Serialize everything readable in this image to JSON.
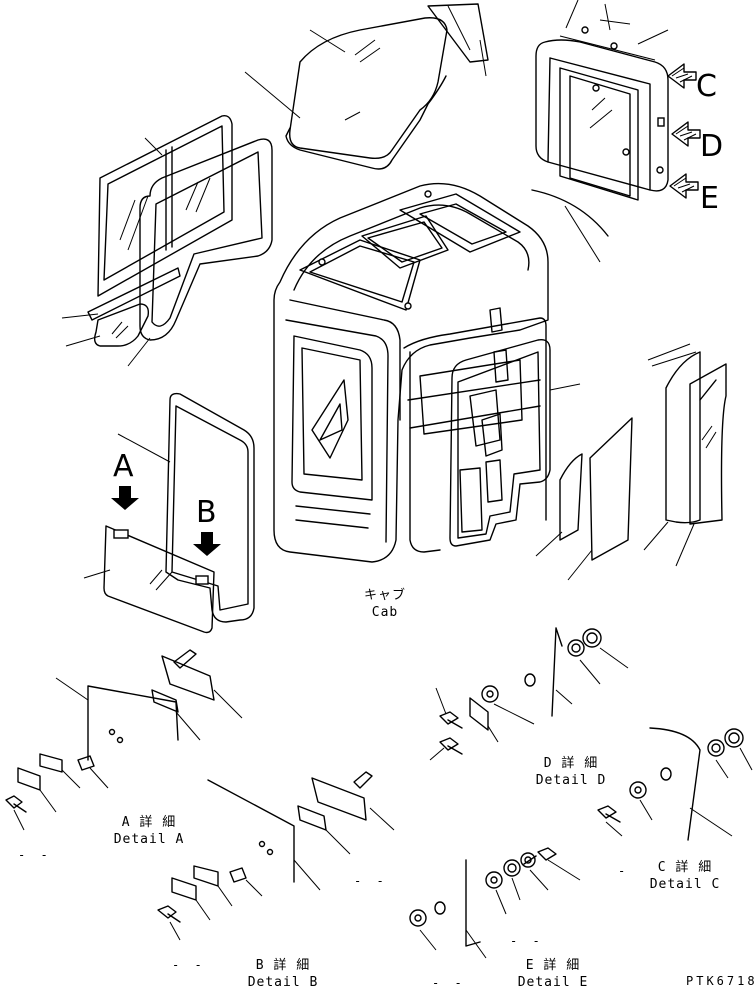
{
  "callouts": {
    "A": "A",
    "B": "B",
    "C": "C",
    "D": "D",
    "E": "E"
  },
  "labels": {
    "cab_jp": "キャブ",
    "cab_en": "Cab",
    "detail_a_jp": "A 詳 細",
    "detail_a_en": "Detail A",
    "detail_b_jp": "B 詳 細",
    "detail_b_en": "Detail B",
    "detail_c_jp": "C 詳 細",
    "detail_c_en": "Detail C",
    "detail_d_jp": "D 詳 細",
    "detail_d_en": "Detail D",
    "detail_e_jp": "E 詳 細",
    "detail_e_en": "Detail E"
  },
  "dashes": {
    "d1": "- -",
    "d2": "- -",
    "d3": "- -",
    "d4": "- -",
    "d5": "- -",
    "d6": "-"
  },
  "figure_code": "PTK6718"
}
